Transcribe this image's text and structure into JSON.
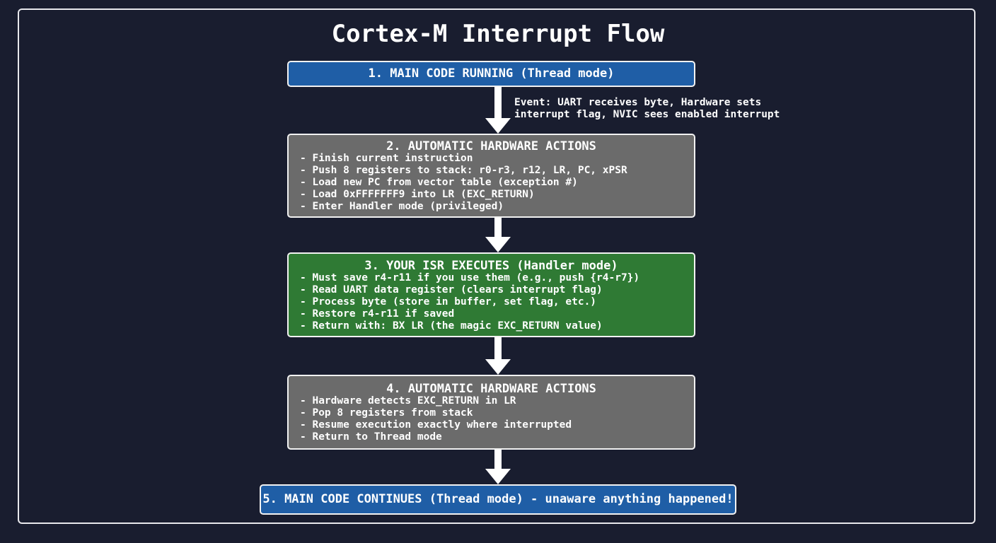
{
  "title": "Cortex-M Interrupt Flow",
  "event_note": {
    "lines": [
      "Event: UART receives byte, Hardware sets",
      "interrupt flag, NVIC sees enabled interrupt"
    ]
  },
  "steps": [
    {
      "title": "1. MAIN CODE RUNNING (Thread mode)",
      "color": "#1f5ea6",
      "lines": []
    },
    {
      "title": "2. AUTOMATIC HARDWARE ACTIONS",
      "color": "#6b6b6b",
      "lines": [
        "- Finish current instruction",
        "- Push 8 registers to stack: r0-r3, r12, LR, PC, xPSR",
        "- Load new PC from vector table (exception #)",
        "- Load 0xFFFFFFF9 into LR (EXC_RETURN)",
        "- Enter Handler mode (privileged)"
      ]
    },
    {
      "title": "3. YOUR ISR EXECUTES (Handler mode)",
      "color": "#2f7a34",
      "lines": [
        "- Must save r4-r11 if you use them (e.g., push {r4-r7})",
        "- Read UART data register (clears interrupt flag)",
        "- Process byte (store in buffer, set flag, etc.)",
        "- Restore r4-r11 if saved",
        "- Return with: BX LR (the magic EXC_RETURN value)"
      ]
    },
    {
      "title": "4. AUTOMATIC HARDWARE ACTIONS",
      "color": "#6b6b6b",
      "lines": [
        "- Hardware detects EXC_RETURN in LR",
        "- Pop 8 registers from stack",
        "- Resume execution exactly where interrupted",
        "- Return to Thread mode"
      ]
    },
    {
      "title": "5. MAIN CODE CONTINUES (Thread mode) - unaware anything happened!",
      "color": "#1f5ea6",
      "lines": []
    }
  ]
}
